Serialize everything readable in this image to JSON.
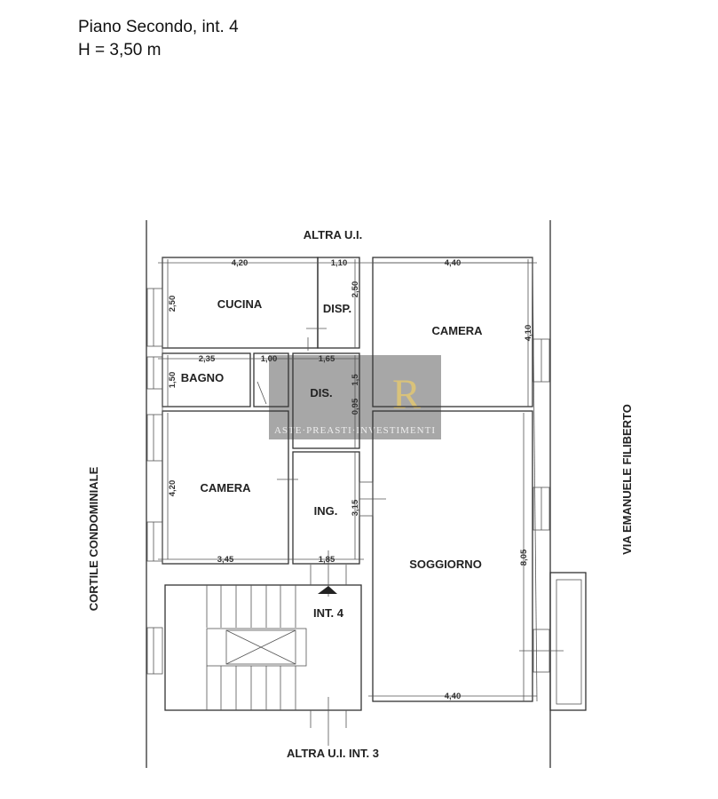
{
  "header": {
    "title": "Piano Secondo, int. 4",
    "height": "H = 3,50 m"
  },
  "labels": {
    "top": "ALTRA U.I.",
    "bottom": "ALTRA U.I. INT. 3",
    "left": "CORTILE CONDOMINIALE",
    "right": "VIA EMANUELE FILIBERTO",
    "entrance": "INT. 4"
  },
  "rooms": {
    "cucina": "CUCINA",
    "disp": "DISP.",
    "camera1": "CAMERA",
    "bagno": "BAGNO",
    "dis": "DIS.",
    "camera2": "CAMERA",
    "ing": "ING.",
    "soggiorno": "SOGGIORNO"
  },
  "dimensions": {
    "cucina_w": "4,20",
    "cucina_h": "2,50",
    "disp_w": "1,10",
    "disp_h": "2,50",
    "camera1_w": "4,40",
    "camera1_h": "4,10",
    "bagno_w": "2,35",
    "bagno_h": "1,50",
    "ante_w": "1,00",
    "dis_w": "1,65",
    "dis_h": "1,5",
    "dis_h2": "0,95",
    "camera2_w": "3,45",
    "camera2_h": "4,20",
    "ing_w": "1,85",
    "ing_h": "3,15",
    "soggiorno_w": "4,40",
    "soggiorno_h": "8,05"
  },
  "watermark": {
    "text": "ASTE·PREASTI·INVESTIMENTI",
    "logo": "R"
  }
}
